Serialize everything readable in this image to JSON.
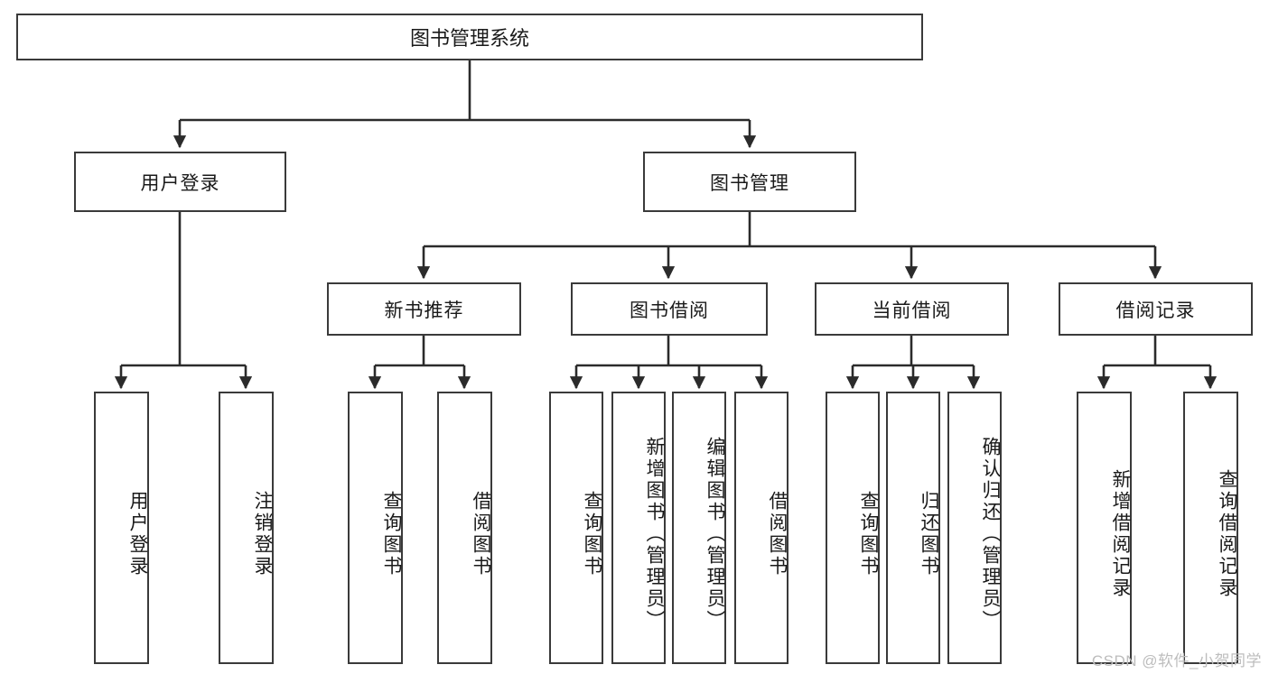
{
  "diagram": {
    "type": "tree-hierarchy-chart",
    "title": "图书管理系统",
    "colors": {
      "box_border": "#3a3a3a",
      "box_fill": "#ffffff",
      "connector": "#2b2b2b",
      "text": "#1a1a1a",
      "watermark": "#bdbdbd"
    },
    "root": {
      "label": "图书管理系统"
    },
    "level2": [
      {
        "label": "用户登录"
      },
      {
        "label": "图书管理"
      }
    ],
    "level3": [
      {
        "label": "新书推荐"
      },
      {
        "label": "图书借阅"
      },
      {
        "label": "当前借阅"
      },
      {
        "label": "借阅记录"
      }
    ],
    "leaves": {
      "user_login": [
        {
          "label": "用户登录"
        },
        {
          "label": "注销登录"
        }
      ],
      "new_book_recommend": [
        {
          "label": "查询图书"
        },
        {
          "label": "借阅图书"
        }
      ],
      "book_borrow": [
        {
          "label": "查询图书"
        },
        {
          "label": "新增图书（管理员）"
        },
        {
          "label": "编辑图书（管理员）"
        },
        {
          "label": "借阅图书"
        }
      ],
      "current_borrow": [
        {
          "label": "查询图书"
        },
        {
          "label": "归还图书"
        },
        {
          "label": "确认归还（管理员）"
        }
      ],
      "borrow_record": [
        {
          "label": "新增借阅记录"
        },
        {
          "label": "查询借阅记录"
        }
      ]
    }
  },
  "watermark": {
    "text": "CSDN @软件_小贺同学"
  }
}
